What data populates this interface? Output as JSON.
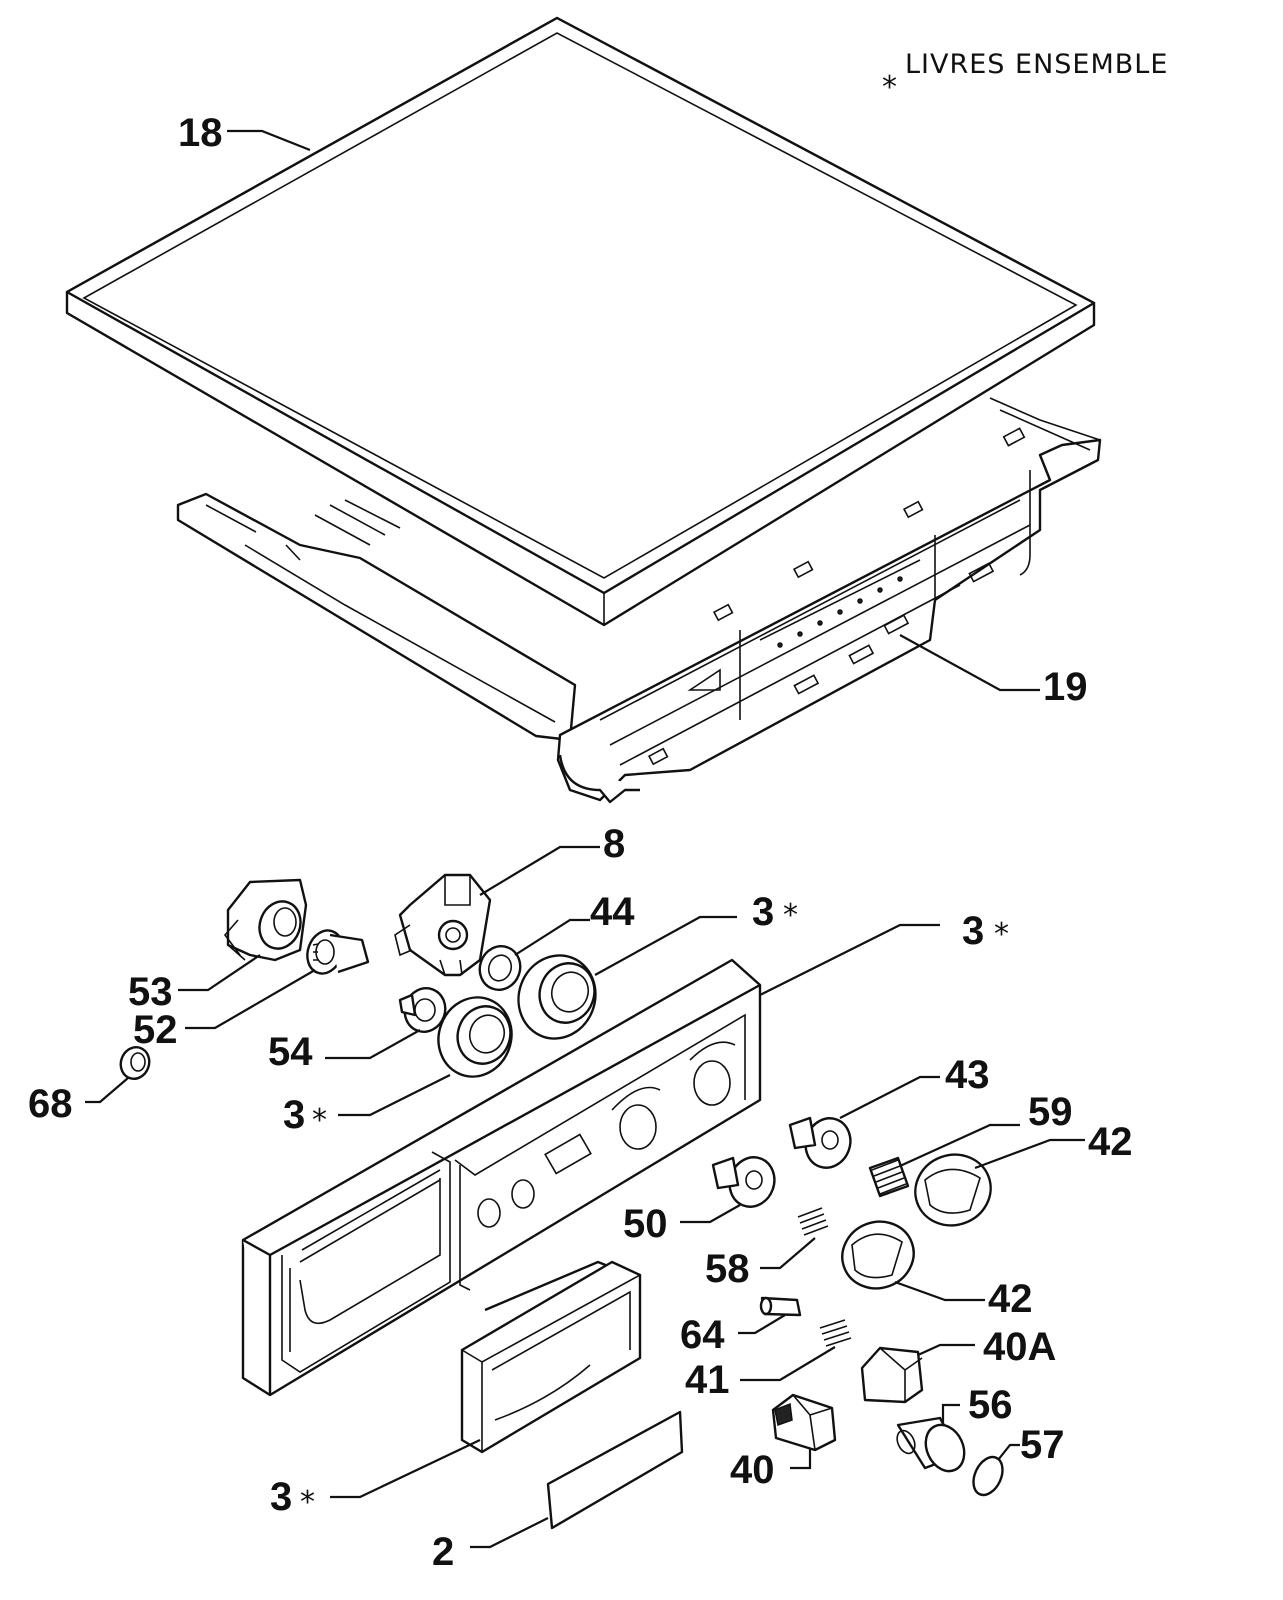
{
  "note": {
    "asterisk": "*",
    "text": "LIVRES ENSEMBLE"
  },
  "callouts": {
    "p18": "18",
    "p19": "19",
    "p8": "8",
    "p44": "44",
    "p3_a": "3",
    "p3_b": "3",
    "p3_c": "3",
    "p3_d": "3",
    "p53": "53",
    "p52": "52",
    "p54": "54",
    "p68": "68",
    "p43": "43",
    "p59": "59",
    "p42_a": "42",
    "p42_b": "42",
    "p50": "50",
    "p58": "58",
    "p64": "64",
    "p41": "41",
    "p40a": "40A",
    "p40": "40",
    "p56": "56",
    "p57": "57",
    "p2": "2",
    "asterisk": "*"
  }
}
